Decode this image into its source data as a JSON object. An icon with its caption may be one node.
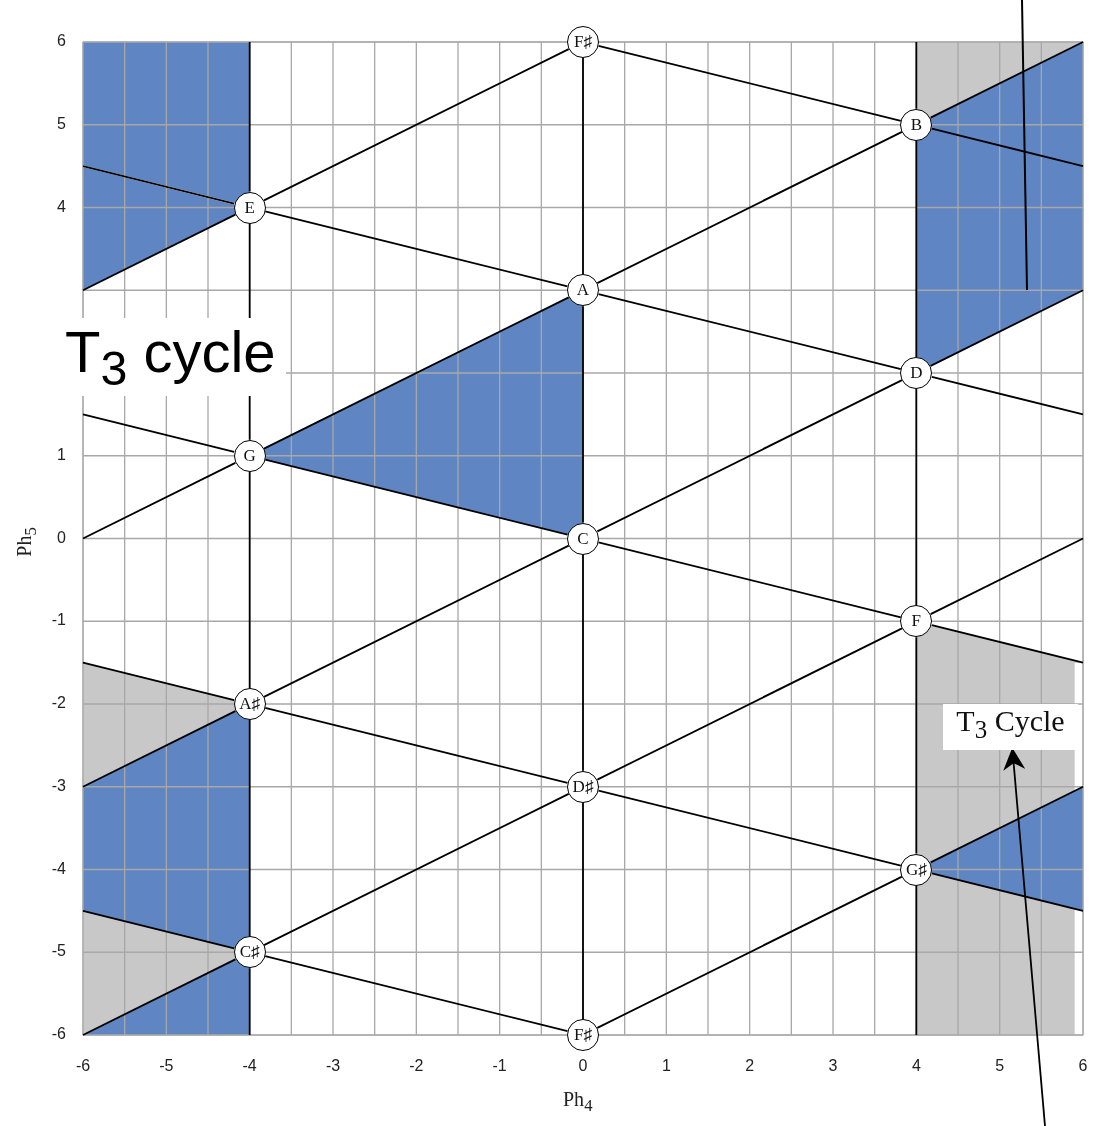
{
  "diagram": {
    "nodes": [
      {
        "text": [
          "F♯"
        ]
      },
      {
        "text": [
          "B"
        ]
      },
      {
        "text": [
          "E"
        ]
      },
      {
        "text": [
          "A"
        ]
      },
      {
        "text": [
          "D"
        ]
      },
      {
        "text": [
          "G"
        ]
      },
      {
        "text": [
          "C"
        ]
      },
      {
        "text": [
          "F"
        ]
      },
      {
        "text": [
          "A♯"
        ]
      },
      {
        "text": [
          "D♯"
        ]
      },
      {
        "text": [
          "G♯"
        ]
      },
      {
        "text": [
          "C♯"
        ]
      },
      {
        "text": [
          "F♯"
        ]
      },
      {
        "text": [
          "T$_{3}$ Cycle"
        ]
      }
    ],
    "edges": [
      {
        "from": null,
        "to": 2,
        "arrow": "none"
      },
      {
        "from": 2,
        "to": 5,
        "arrow": "none"
      },
      {
        "from": 5,
        "to": 8,
        "arrow": "none"
      },
      {
        "from": 8,
        "to": 11,
        "arrow": "none"
      },
      {
        "from": null,
        "to": 11,
        "arrow": "none"
      },
      {
        "from": 0,
        "to": 3,
        "arrow": "none"
      },
      {
        "from": 3,
        "to": 6,
        "arrow": "none"
      },
      {
        "from": 6,
        "to": 9,
        "arrow": "none"
      },
      {
        "from": 9,
        "to": 12,
        "arrow": "none"
      },
      {
        "from": null,
        "to": 1,
        "arrow": "none"
      },
      {
        "from": 1,
        "to": 4,
        "arrow": "none"
      },
      {
        "from": 4,
        "to": 7,
        "arrow": "none"
      },
      {
        "from": 7,
        "to": 10,
        "arrow": "none"
      },
      {
        "from": null,
        "to": 10,
        "arrow": "none"
      },
      {
        "from": 0,
        "to": 1,
        "arrow": "none"
      },
      {
        "from": null,
        "to": 1,
        "arrow": "none"
      },
      {
        "from": null,
        "to": 2,
        "arrow": "none"
      },
      {
        "from": 2,
        "to": 3,
        "arrow": "none"
      },
      {
        "from": 3,
        "to": 4,
        "arrow": "none"
      },
      {
        "from": null,
        "to": 4,
        "arrow": "none"
      },
      {
        "from": null,
        "to": 5,
        "arrow": "none"
      },
      {
        "from": 5,
        "to": 6,
        "arrow": "none"
      },
      {
        "from": 6,
        "to": 7,
        "arrow": "none"
      },
      {
        "from": null,
        "to": 7,
        "arrow": "none"
      },
      {
        "from": null,
        "to": 8,
        "arrow": "none"
      },
      {
        "from": 8,
        "to": 9,
        "arrow": "none"
      },
      {
        "from": 9,
        "to": 10,
        "arrow": "none"
      },
      {
        "from": null,
        "to": 10,
        "arrow": "none"
      },
      {
        "from": null,
        "to": 11,
        "arrow": "none"
      },
      {
        "from": 11,
        "to": 12,
        "arrow": "none"
      },
      {
        "from": null,
        "to": 2,
        "arrow": "none"
      },
      {
        "from": 2,
        "to": 0,
        "arrow": "none"
      },
      {
        "from": null,
        "to": 5,
        "arrow": "none"
      },
      {
        "from": 5,
        "to": 3,
        "arrow": "none"
      },
      {
        "from": 3,
        "to": 1,
        "arrow": "none"
      },
      {
        "from": null,
        "to": 1,
        "arrow": "none"
      },
      {
        "from": null,
        "to": 8,
        "arrow": "none"
      },
      {
        "from": 8,
        "to": 6,
        "arrow": "none"
      },
      {
        "from": 6,
        "to": 4,
        "arrow": "none"
      },
      {
        "from": null,
        "to": 4,
        "arrow": "none"
      },
      {
        "from": null,
        "to": 11,
        "arrow": "none"
      },
      {
        "from": 11,
        "to": 9,
        "arrow": "none"
      },
      {
        "from": 9,
        "to": 7,
        "arrow": "none"
      },
      {
        "from": null,
        "to": 7,
        "arrow": "none"
      },
      {
        "from": 12,
        "to": 10,
        "arrow": "none"
      },
      {
        "from": null,
        "to": 10,
        "arrow": "none"
      },
      {
        "from": null,
        "to": 13,
        "arrow": "to"
      }
    ],
    "labels": [
      "6",
      "5",
      "4",
      "T$_{3}$ cycle",
      "1",
      "Ph$_{5}$",
      "0",
      "-1",
      "-2",
      "-3",
      "-4",
      "-5",
      "-6",
      "-6",
      "-5",
      "-4",
      "-3",
      "-2",
      "-1",
      "0",
      "1",
      "2",
      "3",
      "4",
      "5",
      "6",
      "Ph$_{4}$"
    ]
  }
}
